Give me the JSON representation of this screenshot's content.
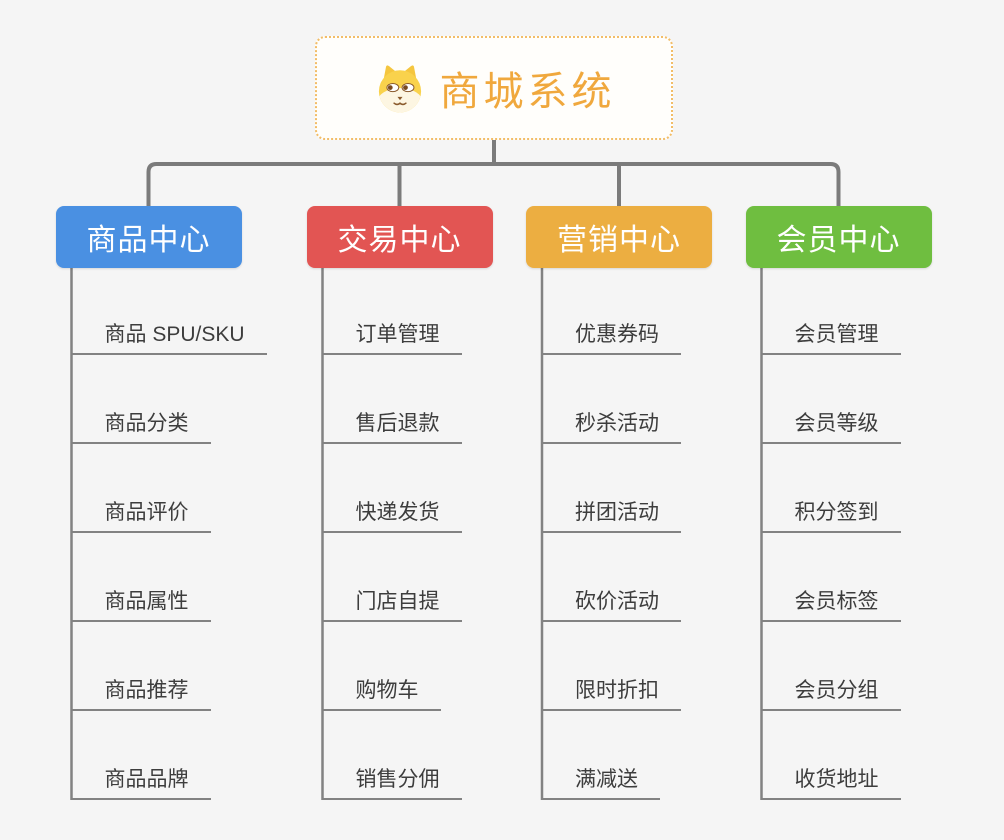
{
  "background_color": "#f5f5f5",
  "connector_color": "#7b7b7b",
  "underline_color": "#828282",
  "leaf_text_color": "#3d3d3d",
  "root": {
    "title": "商城系统",
    "icon": "dog-face-icon",
    "text_color": "#f0a83d",
    "border_color": "#f2bd68",
    "background": "#fffefb"
  },
  "branches": [
    {
      "label": "商品中心",
      "color": "#4a90e2",
      "items": [
        "商品 SPU/SKU",
        "商品分类",
        "商品评价",
        "商品属性",
        "商品推荐",
        "商品品牌"
      ]
    },
    {
      "label": "交易中心",
      "color": "#e25553",
      "items": [
        "订单管理",
        "售后退款",
        "快递发货",
        "门店自提",
        "购物车",
        "销售分佣"
      ]
    },
    {
      "label": "营销中心",
      "color": "#ecae41",
      "items": [
        "优惠券码",
        "秒杀活动",
        "拼团活动",
        "砍价活动",
        "限时折扣",
        "满减送"
      ]
    },
    {
      "label": "会员中心",
      "color": "#6fbe40",
      "items": [
        "会员管理",
        "会员等级",
        "积分签到",
        "会员标签",
        "会员分组",
        "收货地址"
      ]
    }
  ]
}
